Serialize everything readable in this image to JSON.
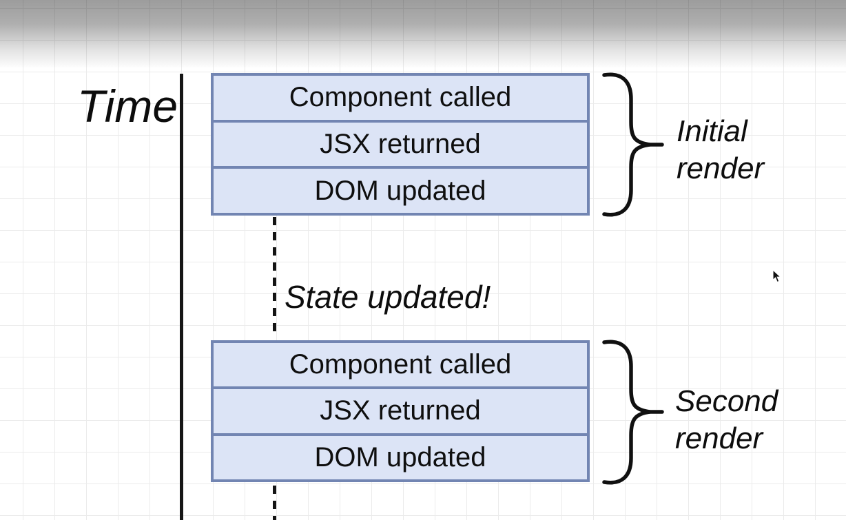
{
  "scene": {
    "time_label": "Time",
    "state_annotation": "State updated!",
    "groups": [
      {
        "steps": [
          "Component called",
          "JSX returned",
          "DOM updated"
        ],
        "label": [
          "Initial",
          "render"
        ]
      },
      {
        "steps": [
          "Component called",
          "JSX returned",
          "DOM updated"
        ],
        "label": [
          "Second",
          "render"
        ]
      }
    ],
    "colors": {
      "box_fill": "#dce4f6",
      "box_border": "#7285b2",
      "ink": "#141414",
      "grid_line": "#ebebeb"
    }
  }
}
